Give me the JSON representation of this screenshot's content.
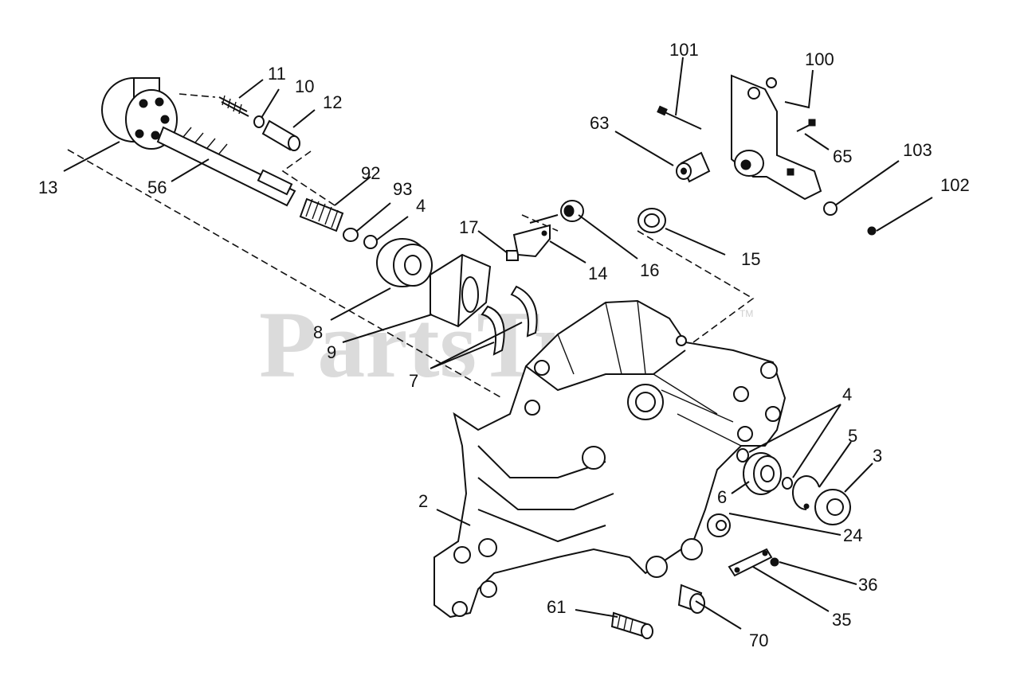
{
  "watermark": {
    "text": "PartsTree",
    "tm": "TM"
  },
  "callouts": [
    {
      "id": "c101",
      "label": "101"
    },
    {
      "id": "c100",
      "label": "100"
    },
    {
      "id": "c11",
      "label": "11"
    },
    {
      "id": "c10",
      "label": "10"
    },
    {
      "id": "c12",
      "label": "12"
    },
    {
      "id": "c63",
      "label": "63"
    },
    {
      "id": "c65",
      "label": "65"
    },
    {
      "id": "c103",
      "label": "103"
    },
    {
      "id": "c102",
      "label": "102"
    },
    {
      "id": "c13",
      "label": "13"
    },
    {
      "id": "c56",
      "label": "56"
    },
    {
      "id": "c92",
      "label": "92"
    },
    {
      "id": "c93",
      "label": "93"
    },
    {
      "id": "c4a",
      "label": "4"
    },
    {
      "id": "c17",
      "label": "17"
    },
    {
      "id": "c14",
      "label": "14"
    },
    {
      "id": "c16",
      "label": "16"
    },
    {
      "id": "c15",
      "label": "15"
    },
    {
      "id": "c8",
      "label": "8"
    },
    {
      "id": "c9",
      "label": "9"
    },
    {
      "id": "c7",
      "label": "7"
    },
    {
      "id": "c4b",
      "label": "4"
    },
    {
      "id": "c5",
      "label": "5"
    },
    {
      "id": "c3",
      "label": "3"
    },
    {
      "id": "c2",
      "label": "2"
    },
    {
      "id": "c6",
      "label": "6"
    },
    {
      "id": "c24",
      "label": "24"
    },
    {
      "id": "c36",
      "label": "36"
    },
    {
      "id": "c35",
      "label": "35"
    },
    {
      "id": "c61",
      "label": "61"
    },
    {
      "id": "c70",
      "label": "70"
    }
  ]
}
